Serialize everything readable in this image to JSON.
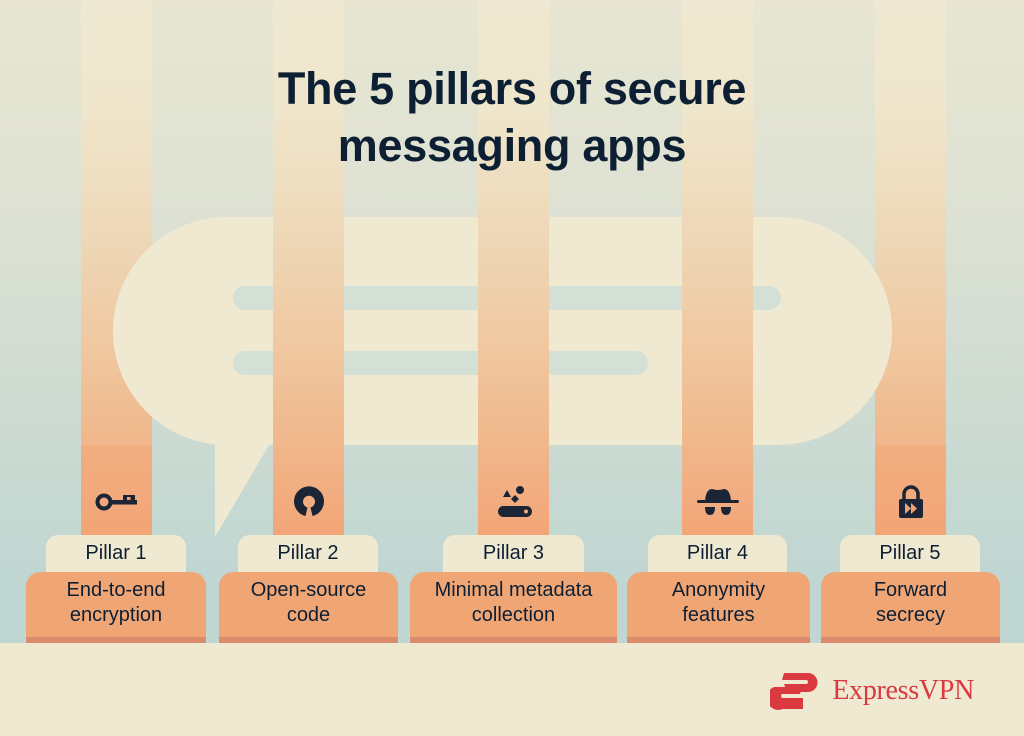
{
  "title": {
    "line1": "The 5 pillars of secure",
    "line2": "messaging apps"
  },
  "pillars": [
    {
      "number_label": "Pillar 1",
      "line1": "End-to-end",
      "line2": "encryption",
      "icon": "key-icon"
    },
    {
      "number_label": "Pillar 2",
      "line1": "Open-source",
      "line2": "code",
      "icon": "open-source-icon"
    },
    {
      "number_label": "Pillar 3",
      "line1": "Minimal metadata",
      "line2": "collection",
      "icon": "metadata-shapes-icon"
    },
    {
      "number_label": "Pillar 4",
      "line1": "Anonymity",
      "line2": "features",
      "icon": "incognito-icon"
    },
    {
      "number_label": "Pillar 5",
      "line1": "Forward",
      "line2": "secrecy",
      "icon": "lock-forward-icon"
    }
  ],
  "brand": {
    "name": "ExpressVPN",
    "color": "#da3940"
  },
  "colors": {
    "title": "#0d1f33",
    "pillar_orange": "#f0a574",
    "pillar_shadow": "#dc8b6c",
    "cream": "#efe9d2",
    "bg_teal": "#bfd6d3"
  }
}
